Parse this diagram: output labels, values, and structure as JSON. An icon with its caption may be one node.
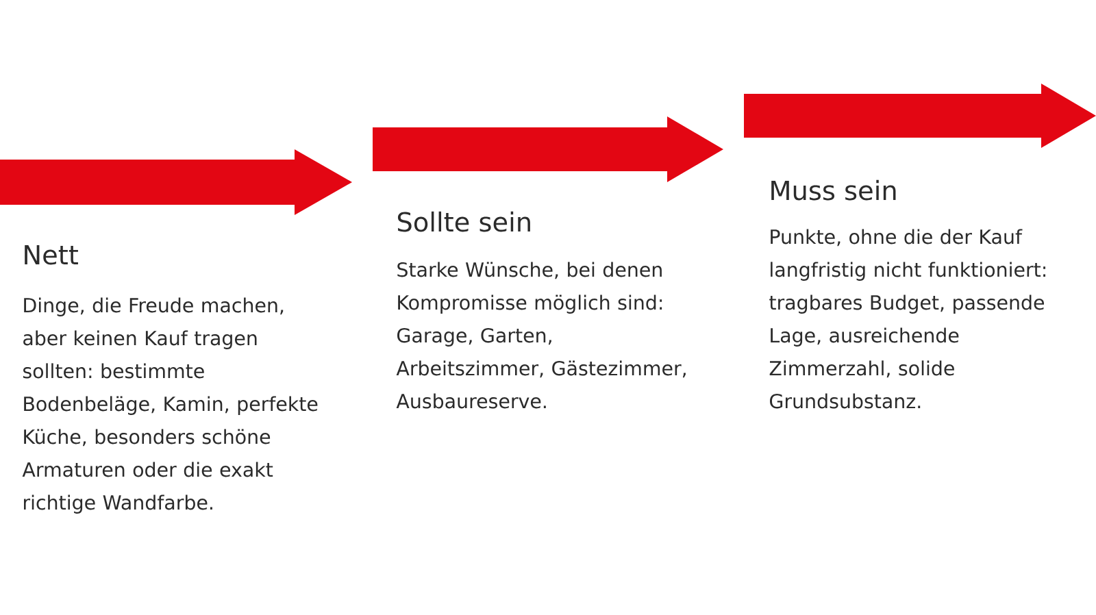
{
  "diagram": {
    "labels": [
      "Nett",
      "Dinge, die Freude machen, aber keinen Kauf tragen sollten: bestimmte Bodenbeläge, Kamin, perfekte Küche, besonders schöne Armaturen oder die exakt richtige Wandfarbe.",
      "Sollte sein",
      "Starke Wünsche, bei denen Kompromisse möglich sind: Garage, Garten, Arbeitszimmer, Gästezimmer, Ausbaureserve.",
      "Muss sein",
      "Punkte, ohne die der Kauf langfristig nicht funktioniert: tragbares Budget, passende Lage, ausreichende Zimmerzahl, solide Grundsubstanz."
    ]
  }
}
